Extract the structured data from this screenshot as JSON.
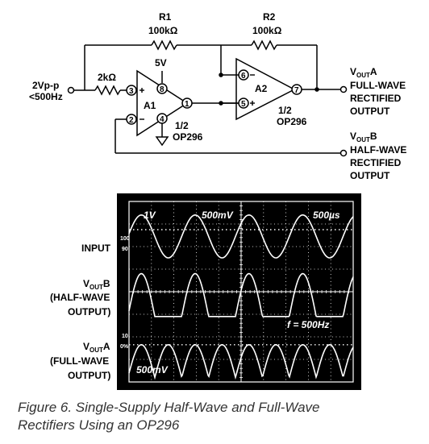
{
  "circuit": {
    "r1_name": "R1",
    "r1_value": "100kΩ",
    "r2_name": "R2",
    "r2_value": "100kΩ",
    "rin_value": "2kΩ",
    "input_label_1": "2Vp-p",
    "input_label_2": "<500Hz",
    "supply": "5V",
    "a1_name": "A1",
    "a2_name": "A2",
    "half_1": "1/2",
    "part_1": "OP296",
    "half_2": "1/2",
    "part_2": "OP296",
    "pins": {
      "p1": "1",
      "p2": "2",
      "p3": "3",
      "p4": "4",
      "p5": "5",
      "p6": "6",
      "p7": "7",
      "p8": "8"
    },
    "outA": {
      "v": "V",
      "sub": "OUT",
      "suffix": "A",
      "line2": "FULL-WAVE",
      "line3": "RECTIFIED",
      "line4": "OUTPUT"
    },
    "outB": {
      "v": "V",
      "sub": "OUT",
      "suffix": "B",
      "line2": "HALF-WAVE",
      "line3": "RECTIFIED",
      "line4": "OUTPUT"
    }
  },
  "scope": {
    "top_left": "1V",
    "top_mid": "500mV",
    "top_right": "500µs",
    "bottom_left": "500mV",
    "freq": "f = 500Hz",
    "ref_100_top": "100",
    "ref_90": "90",
    "ref_10": "10",
    "ref_0": "0%",
    "labels": {
      "input": "INPUT",
      "voutb_v": "V",
      "voutb_sub": "OUT",
      "voutb_suffix": "B",
      "voutb_2": "(HALF-WAVE",
      "voutb_3": "OUTPUT)",
      "vouta_v": "V",
      "vouta_sub": "OUT",
      "vouta_suffix": "A",
      "vouta_2": "(FULL-WAVE",
      "vouta_3": "OUTPUT)"
    }
  },
  "caption": {
    "line1": "Figure 6.  Single-Supply Half-Wave and Full-Wave",
    "line2": "Rectifiers Using an OP296"
  }
}
